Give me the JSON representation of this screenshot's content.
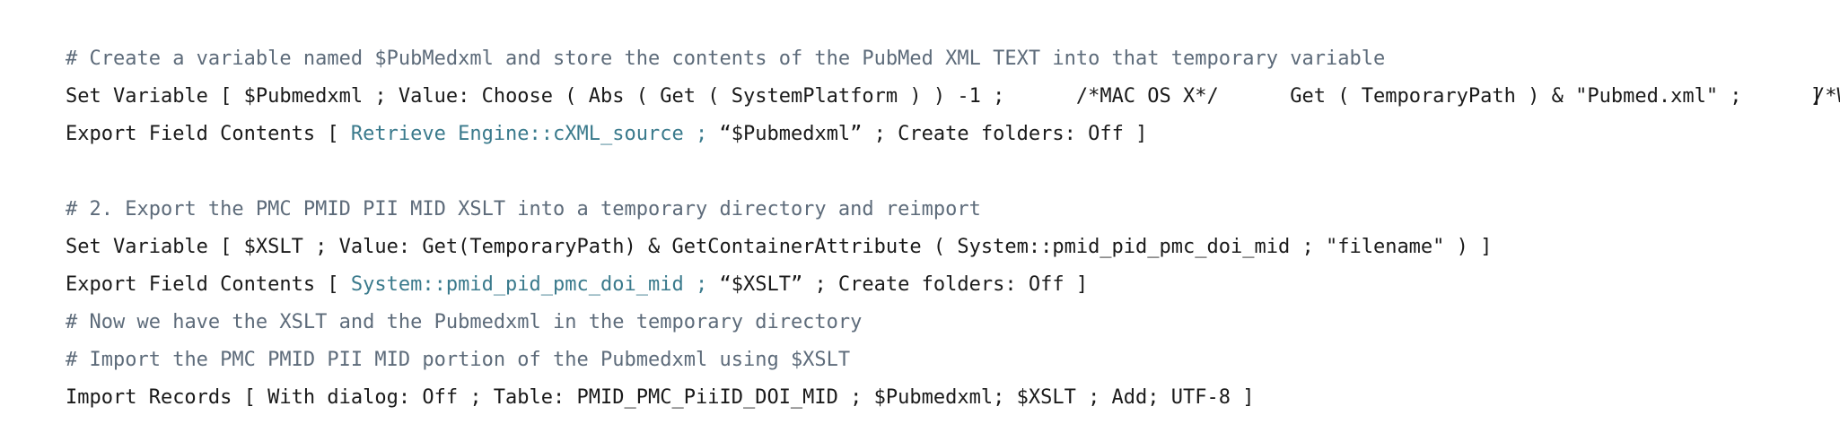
{
  "lines": {
    "c1": {
      "hash": "#",
      "text": " Create a variable named $PubMedxml and store the contents of the PubMed XML TEXT into that temporary variable"
    },
    "sv1": {
      "keyword": "Set Variable [ ",
      "text": "$Pubmedxml ; Value: Choose ( Abs ( Get ( SystemPlatform ) ) -1 ;      /*MAC OS X*/      Get ( TemporaryPath ) & \"Pubmed.xml\" ;      /*WI…",
      "close": " ]"
    },
    "efc1": {
      "keyword": "Export Field Contents [ ",
      "field": "Retrieve Engine::cXML_source ; ",
      "text": "“$Pubmedxml” ; Create folders: Off ]"
    },
    "c2": {
      "hash": "#",
      "text": " 2. Export the PMC PMID PII MID XSLT into a temporary directory and reimport"
    },
    "sv2": {
      "text": "Set Variable [ $XSLT ; Value: Get(TemporaryPath) & GetContainerAttribute ( System::pmid_pid_pmc_doi_mid ; \"filename\" ) ]"
    },
    "efc2": {
      "keyword": "Export Field Contents [ ",
      "field": "System::pmid_pid_pmc_doi_mid ; ",
      "text": "“$XSLT” ; Create folders: Off ]"
    },
    "c3": {
      "hash": "#",
      "text": " Now we have the XSLT and the Pubmedxml in the temporary directory"
    },
    "c4": {
      "hash": "#",
      "text": " Import the PMC PMID PII MID portion of the Pubmedxml using $XSLT"
    },
    "ir": {
      "text": "Import Records [ With dialog: Off ; Table: PMID_PMC_PiiID_DOI_MID ; $Pubmedxml; $XSLT ; Add; UTF-8 ]"
    }
  }
}
